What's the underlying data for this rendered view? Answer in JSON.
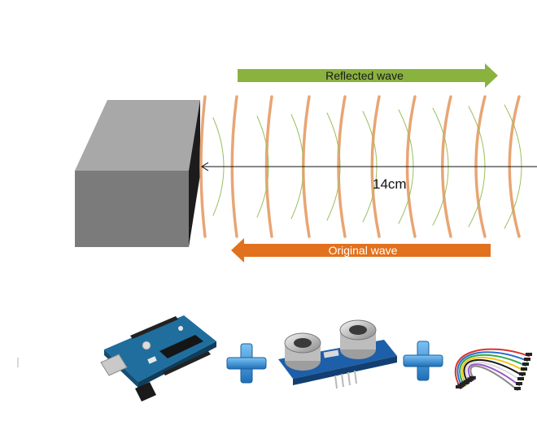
{
  "diagram": {
    "reflected_wave_label": "Reflected wave",
    "original_wave_label": "Original wave",
    "distance_label": "14cm"
  },
  "colors": {
    "reflected_arrow": "#8ab23f",
    "original_arrow": "#e2711d",
    "wave_thick": "#e8a574",
    "wave_thin": "#9bbf5c",
    "block_front": "#7b7b7b",
    "block_top": "#a8a8a8",
    "block_side": "#1c1c1c",
    "plus_sign": "#2f8fd8",
    "arduino_board": "#1f6e9e",
    "sensor_board": "#1d5fa8"
  },
  "components": [
    {
      "name": "Arduino Uno",
      "icon": "arduino-board-icon"
    },
    {
      "name": "HC-SR04 ultrasonic sensor",
      "icon": "ultrasonic-sensor-icon"
    },
    {
      "name": "jumper wires",
      "icon": "jumper-wires-icon"
    }
  ]
}
